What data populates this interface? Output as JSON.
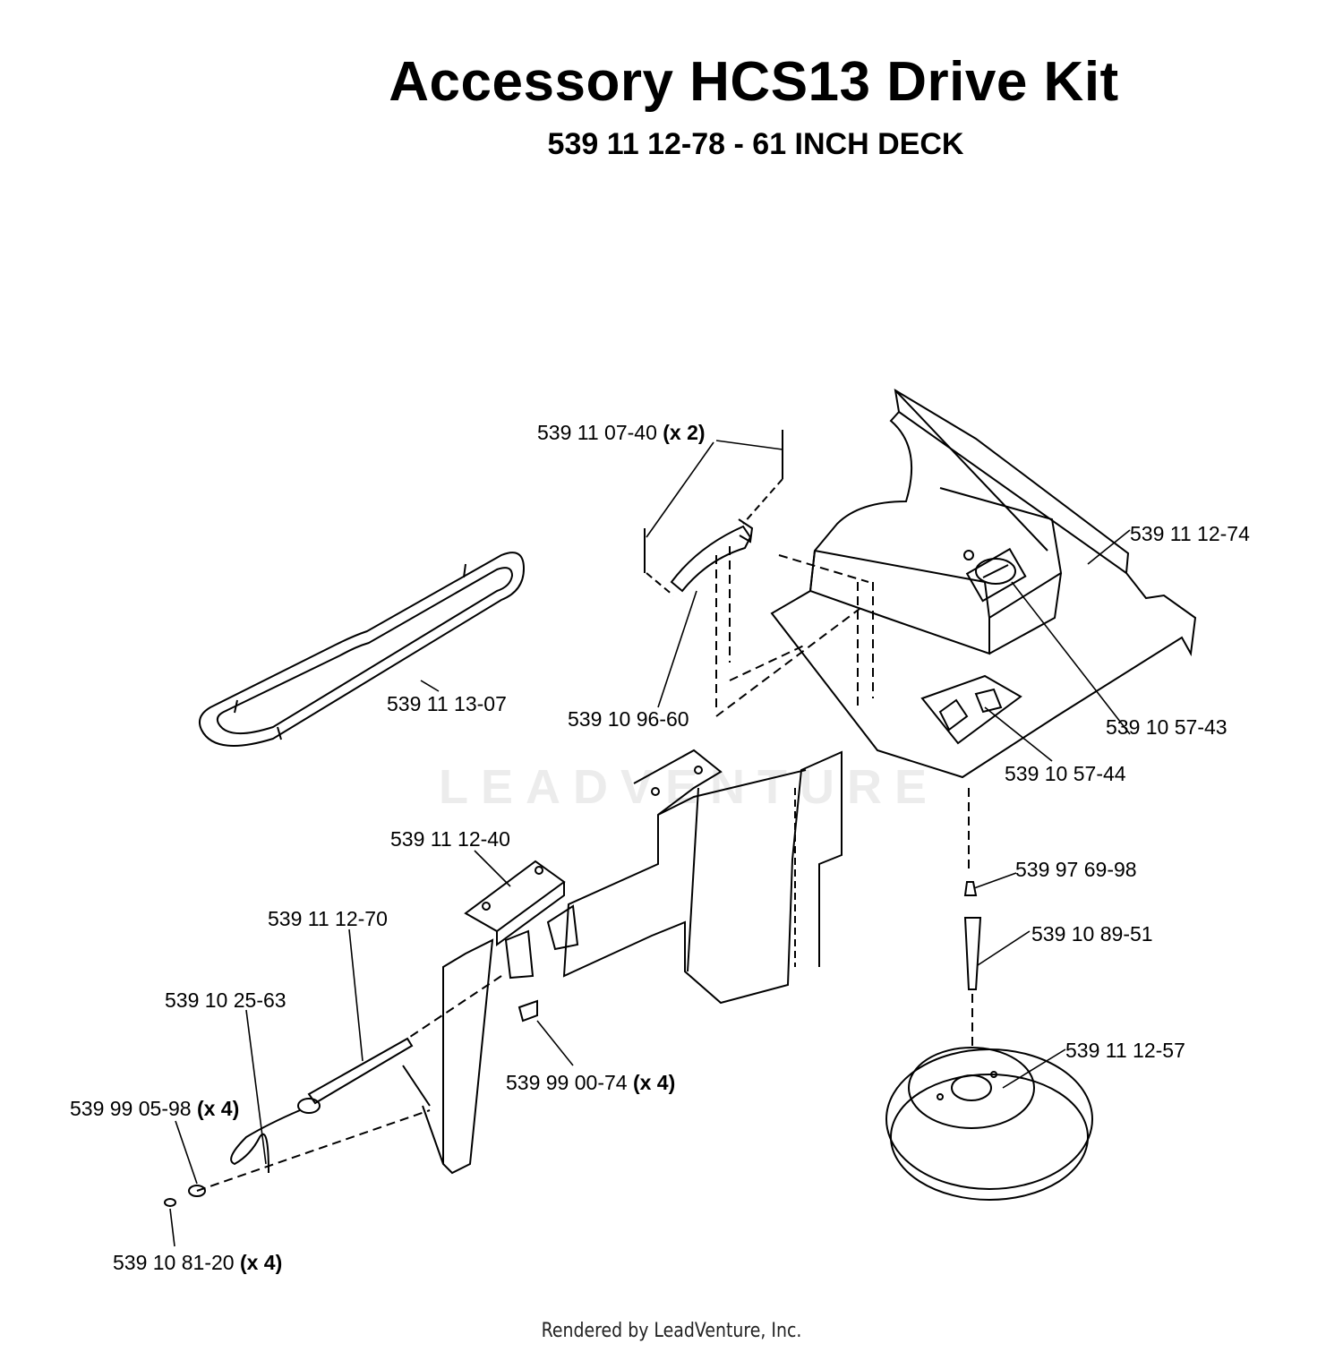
{
  "title": "Accessory HCS13 Drive Kit",
  "subtitle": "539 11 12-78 - 61 INCH DECK",
  "watermark": "LEADVENTURE",
  "footer": "Rendered by LeadVenture, Inc.",
  "callouts": {
    "pin_clip": "539 11 07-40 ",
    "pin_clip_qty": "(x 2)",
    "deck_cover": "539 11 12-74",
    "belt": "539 11 13-07",
    "bracket_small": "539 10 96-60",
    "decal_1": "539 10 57-43",
    "decal_2": "539 10 57-44",
    "mount_bracket": "539 11 12-40",
    "rod": "539 11 12-70",
    "lanyard": "539 10 25-63",
    "washer": "539 99 05-98 ",
    "washer_qty": "(x 4)",
    "bolt": "539 99 00-74 ",
    "bolt_qty": "(x 4)",
    "nut": "539 10 81-20 ",
    "nut_qty": "(x 4)",
    "fitting": "539 97 69-98",
    "shaft": "539 10 89-51",
    "pulley": "539 11 12-57"
  }
}
